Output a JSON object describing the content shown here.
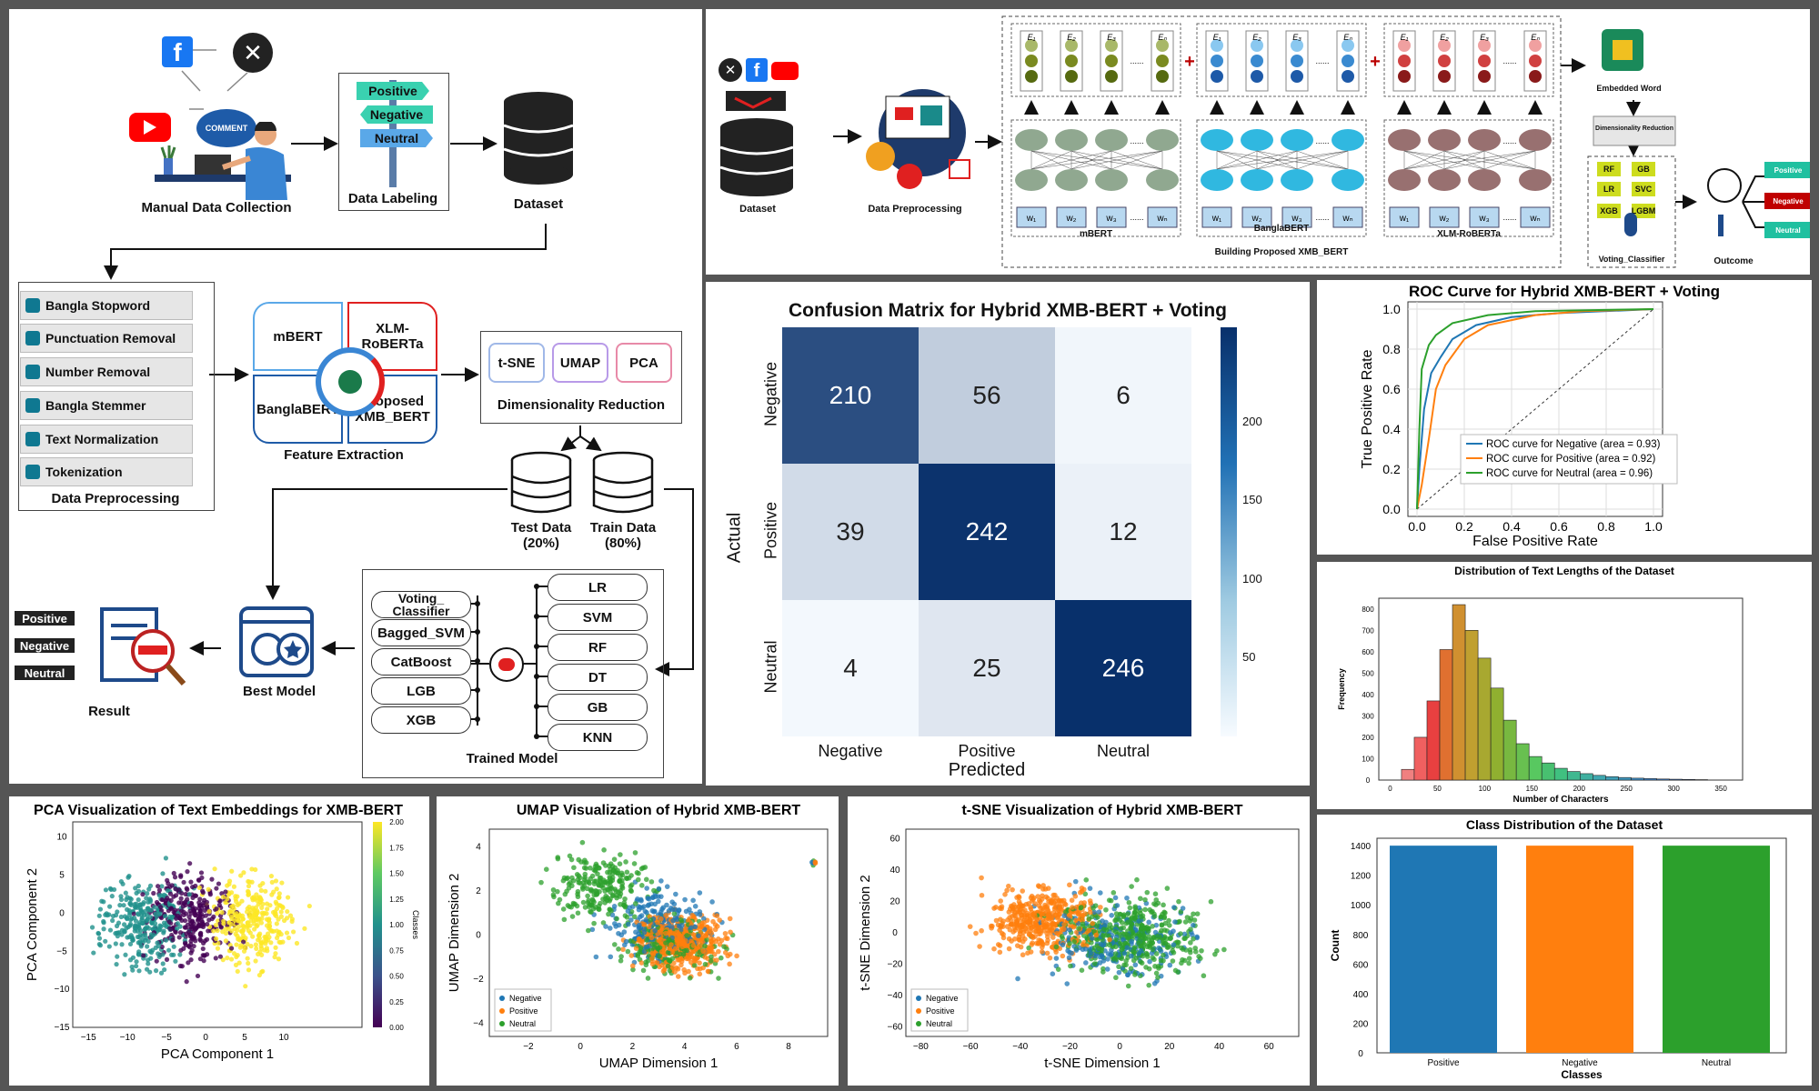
{
  "pipeline": {
    "manual_collection": "Manual Data Collection",
    "data_labeling": "Data Labeling",
    "sign_positive": "Positive",
    "sign_negative": "Negative",
    "sign_neutral": "Neutral",
    "comment_bubble": "COMMENT",
    "dataset": "Dataset",
    "preprocessing_steps": [
      "Bangla Stopword",
      "Punctuation Removal",
      "Number Removal",
      "Bangla Stemmer",
      "Text Normalization",
      "Tokenization"
    ],
    "data_preprocessing": "Data Preprocessing",
    "models": [
      "mBERT",
      "XLM-RoBERTa",
      "BanglaBERT",
      "Proposed XMB_BERT"
    ],
    "feature_extraction": "Feature Extraction",
    "dr_methods": [
      "t-SNE",
      "UMAP",
      "PCA"
    ],
    "dimensionality_reduction": "Dimensionality Reduction",
    "test_data": "Test Data",
    "test_pct": "(20%)",
    "train_data": "Train Data",
    "train_pct": "(80%)",
    "left_classifiers": [
      "Voting_ Classifier",
      "Bagged_SVM",
      "CatBoost",
      "LGB",
      "XGB"
    ],
    "right_classifiers": [
      "LR",
      "SVM",
      "RF",
      "DT",
      "GB",
      "KNN"
    ],
    "trained_model": "Trained Model",
    "best_model": "Best Model",
    "result": "Result",
    "result_labels": [
      "Positive",
      "Negative",
      "Neutral"
    ]
  },
  "architecture": {
    "dataset": "Dataset",
    "preprocessing": "Data Preprocessing",
    "e_labels": [
      "E₁",
      "E₂",
      "E₃",
      "Eₙ"
    ],
    "w_labels": [
      "w₁",
      "w₂",
      "w₃",
      "wₙ"
    ],
    "dots": "......",
    "mbert": "mBERT",
    "banglabert": "BanglaBERT",
    "xlmr": "XLM-RoBERTa",
    "building": "Building Proposed XMB_BERT",
    "embedded_word": "Embedded Word",
    "dim_reduction": "Dimensionality Reduction",
    "classifiers": [
      "RF",
      "GB",
      "LR",
      "SVC",
      "XGB",
      "LGBM"
    ],
    "voting": "Voting_Classifier",
    "outcome": "Outcome",
    "outcomes": [
      "Positive",
      "Negative",
      "Neutral"
    ]
  },
  "confusion": {
    "title": "Confusion Matrix for Hybrid XMB-BERT + Voting",
    "labels": [
      "Negative",
      "Positive",
      "Neutral"
    ],
    "matrix": [
      [
        210,
        56,
        6
      ],
      [
        39,
        242,
        12
      ],
      [
        4,
        25,
        246
      ]
    ],
    "xlabel": "Predicted",
    "ylabel": "Actual",
    "colorbar_ticks": [
      "200",
      "150",
      "100",
      "50"
    ]
  },
  "roc": {
    "title": "ROC Curve for Hybrid XMB-BERT + Voting",
    "xlabel": "False Positive Rate",
    "ylabel": "True Positive Rate",
    "ticks": [
      "0.0",
      "0.2",
      "0.4",
      "0.6",
      "0.8",
      "1.0"
    ],
    "legend": [
      "ROC curve for Negative (area = 0.93)",
      "ROC curve for Positive (area = 0.92)",
      "ROC curve for Neutral (area = 0.96)"
    ],
    "colors": [
      "#1f77b4",
      "#ff7f0e",
      "#2ca02c"
    ]
  },
  "histogram": {
    "title": "Distribution of Text Lengths of the Dataset",
    "xlabel": "Number of Characters",
    "ylabel": "Frequency",
    "xticks": [
      "0",
      "50",
      "100",
      "150",
      "200",
      "250",
      "300",
      "350"
    ],
    "yticks": [
      "0",
      "100",
      "200",
      "300",
      "400",
      "500",
      "600",
      "700",
      "800"
    ],
    "values": [
      50,
      200,
      370,
      610,
      820,
      700,
      570,
      430,
      280,
      170,
      110,
      80,
      55,
      40,
      30,
      22,
      16,
      12,
      9,
      7,
      5,
      4,
      3,
      2
    ]
  },
  "class_dist": {
    "title": "Class Distribution of the Dataset",
    "xlabel": "Classes",
    "ylabel": "Count",
    "categories": [
      "Positive",
      "Negative",
      "Neutral"
    ],
    "values": [
      1400,
      1400,
      1400
    ],
    "colors": [
      "#1f77b4",
      "#ff7f0e",
      "#2ca02c"
    ],
    "yticks": [
      "0",
      "200",
      "400",
      "600",
      "800",
      "1000",
      "1200",
      "1400"
    ]
  },
  "pca": {
    "title": "PCA Visualization of Text Embeddings for XMB-BERT",
    "xlabel": "PCA Component 1",
    "ylabel": "PCA Component 2",
    "xticks": [
      "−15",
      "−10",
      "−5",
      "0",
      "5",
      "10"
    ],
    "yticks": [
      "10",
      "5",
      "0",
      "−5",
      "−10",
      "−15"
    ],
    "colorbar_label": "Classes",
    "colorbar_ticks": [
      "2.00",
      "1.75",
      "1.50",
      "1.25",
      "1.00",
      "0.75",
      "0.50",
      "0.25",
      "0.00"
    ]
  },
  "umap": {
    "title": "UMAP Visualization of Hybrid XMB-BERT",
    "xlabel": "UMAP Dimension 1",
    "ylabel": "UMAP Dimension 2",
    "xticks": [
      "−2",
      "0",
      "2",
      "4",
      "6",
      "8"
    ],
    "yticks": [
      "4",
      "2",
      "0",
      "−2",
      "−4"
    ],
    "legend": [
      "Negative",
      "Positive",
      "Neutral"
    ]
  },
  "tsne": {
    "title": "t-SNE Visualization of Hybrid XMB-BERT",
    "xlabel": "t-SNE Dimension 1",
    "ylabel": "t-SNE Dimension 2",
    "xticks": [
      "−80",
      "−60",
      "−40",
      "−20",
      "0",
      "20",
      "40",
      "60"
    ],
    "yticks": [
      "60",
      "40",
      "20",
      "0",
      "−20",
      "−40",
      "−60"
    ],
    "legend": [
      "Negative",
      "Positive",
      "Neutral"
    ]
  }
}
